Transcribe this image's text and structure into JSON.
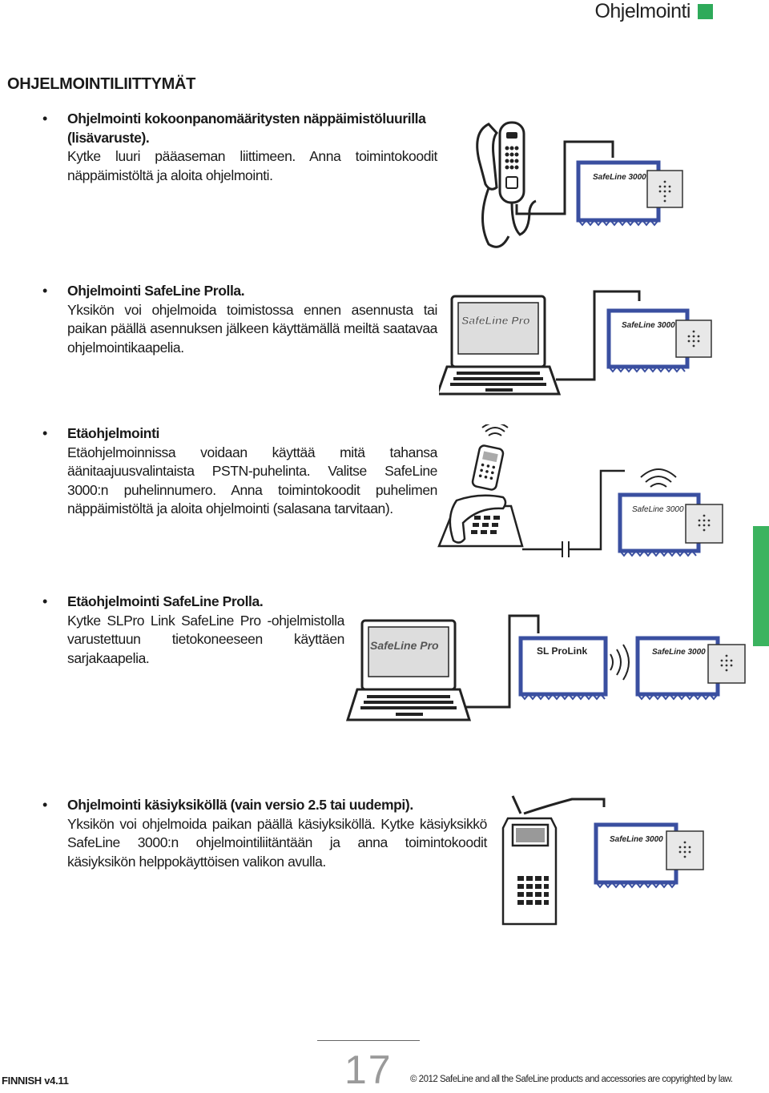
{
  "header": {
    "title": "Ohjelmointi",
    "accent_color": "#2eaa5a"
  },
  "section_heading": "OHJELMOINTILIITTYMÄT",
  "items": [
    {
      "title": "Ohjelmointi kokoonpanomääritysten näppäimistöluurilla (lisävaruste).",
      "body": "Kytke luuri pääaseman liittimeen. Anna toimintokoodit näppäimistöltä ja aloita ohjelmointi."
    },
    {
      "title": "Ohjelmointi SafeLine Prolla.",
      "body": "Yksikön voi ohjelmoida toimistossa ennen asennusta tai paikan päällä asennuksen jälkeen käyttämällä meiltä saatavaa ohjelmointikaapelia."
    },
    {
      "title": "Etäohjelmointi",
      "body": "Etäohjelmoinnissa voidaan käyttää mitä tahansa äänitaajuusvalintaista PSTN-puhelinta. Valitse SafeLine 3000:n puhelinnumero. Anna toimintokoodit puhelimen näppäimistöltä ja aloita ohjelmointi (salasana tarvitaan)."
    },
    {
      "title": "Etäohjelmointi SafeLine Prolla.",
      "body": "Kytke SLPro Link SafeLine Pro -ohjelmistolla varustettuun tietokoneeseen käyttäen sarjakaapelia."
    },
    {
      "title": "Ohjelmointi käsiyksiköllä (vain versio 2.5 tai uudempi).",
      "body": "Yksikön voi ohjelmoida paikan päällä käsiyksiköllä. Kytke käsiyksikkö SafeLine 3000:n ohjelmointiliitäntään ja anna toimintokoodit käsiyksikön helppokäyttöisen valikon avulla."
    }
  ],
  "device_labels": {
    "unit": "SafeLine 3000",
    "laptop": "SafeLine Pro",
    "link": "SL ProLink"
  },
  "footer": {
    "left": "FINNISH v4.11",
    "page_number": "17",
    "copyright": "© 2012 SafeLine and all the SafeLine products and accessories are copyrighted by law."
  },
  "colors": {
    "unit_blue": "#3a4fa0",
    "side_tab": "#3bb35f"
  }
}
